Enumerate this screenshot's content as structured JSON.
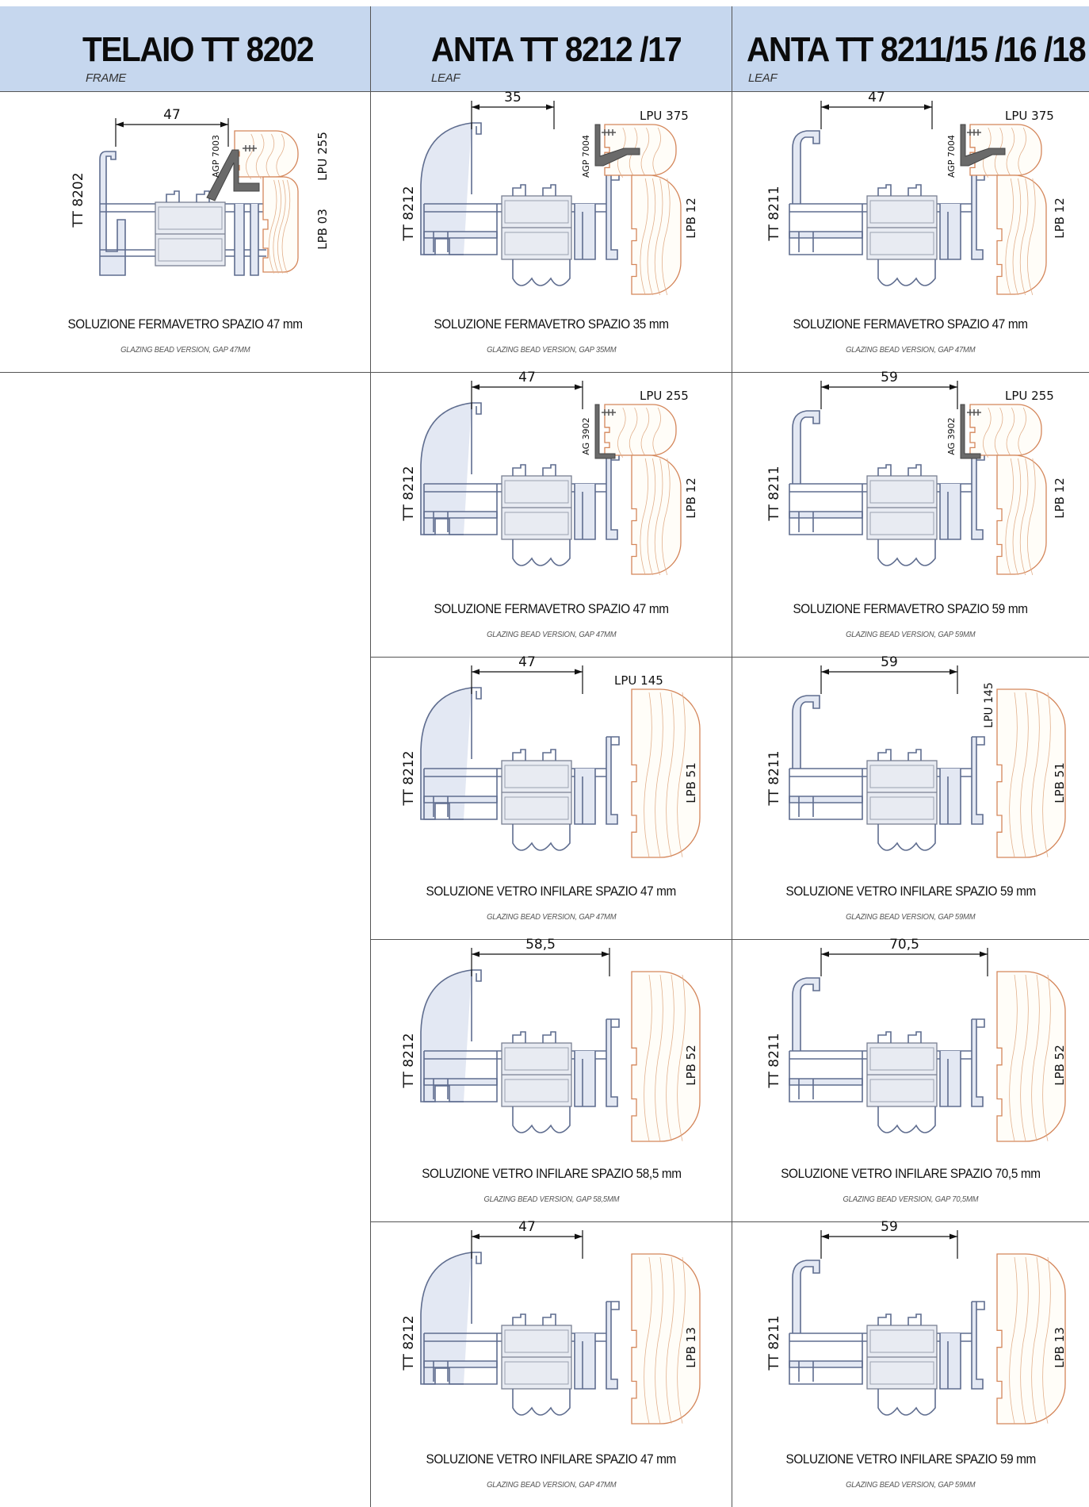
{
  "header": {
    "col1": {
      "title": "TELAIO TT 8202",
      "subtitle": "FRAME"
    },
    "col2": {
      "title": "ANTA TT 8212 /17",
      "subtitle": "LEAF"
    },
    "col3": {
      "title": "ANTA TT 8211/15 /16 /18",
      "subtitle": "LEAF"
    }
  },
  "cells": [
    {
      "id": "c1r1",
      "style": "frame",
      "profile": "TT 8202",
      "dim": "47",
      "upper": "LPU 255",
      "lower": "LPB 03",
      "bead": "AGP 7003",
      "caption": "SOLUZIONE FERMAVETRO SPAZIO 47 mm",
      "caption_en": "GLAZING BEAD VERSION, GAP 47MM"
    },
    {
      "id": "c2r1",
      "style": "leafA",
      "profile": "TT 8212",
      "dim": "35",
      "upper": "LPU 375",
      "lower": "LPB 12",
      "bead": "AGP 7004",
      "caption": "SOLUZIONE FERMAVETRO SPAZIO 35 mm",
      "caption_en": "GLAZING BEAD VERSION, GAP 35MM"
    },
    {
      "id": "c3r1",
      "style": "leafB",
      "profile": "TT 8211",
      "dim": "47",
      "upper": "LPU 375",
      "lower": "LPB 12",
      "bead": "AGP 7004",
      "caption": "SOLUZIONE FERMAVETRO SPAZIO 47 mm",
      "caption_en": "GLAZING BEAD VERSION, GAP 47MM"
    },
    {
      "id": "c2r2",
      "style": "leafA",
      "profile": "TT 8212",
      "dim": "47",
      "upper": "LPU 255",
      "lower": "LPB 12",
      "bead": "AG 3902",
      "caption": "SOLUZIONE FERMAVETRO SPAZIO 47 mm",
      "caption_en": "GLAZING BEAD VERSION, GAP 47MM"
    },
    {
      "id": "c3r2",
      "style": "leafB",
      "profile": "TT 8211",
      "dim": "59",
      "upper": "LPU 255",
      "lower": "LPB 12",
      "bead": "AG 3902",
      "caption": "SOLUZIONE FERMAVETRO SPAZIO 59 mm",
      "caption_en": "GLAZING BEAD VERSION, GAP 59MM"
    },
    {
      "id": "c2r3",
      "style": "leafA",
      "profile": "TT 8212",
      "dim": "47",
      "upper": "LPU 145",
      "lower": "LPB 51",
      "bead": "",
      "caption": "SOLUZIONE VETRO INFILARE SPAZIO 47 mm",
      "caption_en": "GLAZING BEAD VERSION, GAP 47MM"
    },
    {
      "id": "c3r3",
      "style": "leafB",
      "profile": "TT 8211",
      "dim": "59",
      "upper": "LPU 145",
      "lower": "LPB 51",
      "bead": "",
      "caption": "SOLUZIONE VETRO INFILARE SPAZIO 59 mm",
      "caption_en": "GLAZING BEAD VERSION, GAP 59MM"
    },
    {
      "id": "c2r4",
      "style": "leafA",
      "profile": "TT 8212",
      "dim": "58,5",
      "upper": "",
      "lower": "LPB 52",
      "bead": "",
      "caption": "SOLUZIONE VETRO INFILARE SPAZIO 58,5 mm",
      "caption_en": "GLAZING BEAD VERSION, GAP 58,5MM"
    },
    {
      "id": "c3r4",
      "style": "leafB",
      "profile": "TT 8211",
      "dim": "70,5",
      "upper": "",
      "lower": "LPB 52",
      "bead": "",
      "caption": "SOLUZIONE VETRO INFILARE SPAZIO 70,5 mm",
      "caption_en": "GLAZING BEAD VERSION, GAP 70,5MM"
    },
    {
      "id": "c2r5",
      "style": "leafA",
      "profile": "TT 8212",
      "dim": "47",
      "upper": "",
      "lower": "LPB 13",
      "bead": "",
      "caption": "SOLUZIONE VETRO INFILARE SPAZIO 47 mm",
      "caption_en": "GLAZING BEAD VERSION, GAP 47MM"
    },
    {
      "id": "c3r5",
      "style": "leafB",
      "profile": "TT 8211",
      "dim": "59",
      "upper": "",
      "lower": "LPB 13",
      "bead": "",
      "caption": "SOLUZIONE VETRO INFILARE SPAZIO 59 mm",
      "caption_en": "GLAZING BEAD VERSION, GAP 59MM"
    }
  ]
}
